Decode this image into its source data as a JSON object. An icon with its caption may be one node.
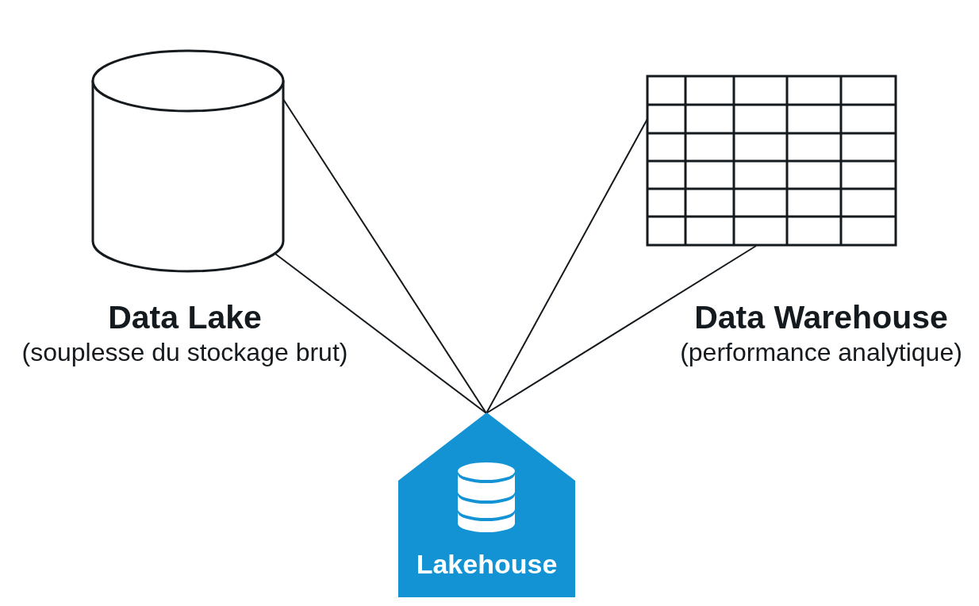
{
  "diagram": {
    "nodes": [
      {
        "text": [
          "Data Lake",
          "(souplesse du stockage brut)"
        ]
      },
      {
        "text": [
          "Data Warehouse",
          "(performance analytique)"
        ]
      },
      {
        "text": [
          "Lakehouse"
        ]
      }
    ],
    "edges": [
      {
        "from": 0,
        "to": 2,
        "arrow": "none"
      },
      {
        "from": 0,
        "to": 2,
        "arrow": "none"
      },
      {
        "from": 1,
        "to": 2,
        "arrow": "none"
      },
      {
        "from": 1,
        "to": 2,
        "arrow": "none"
      }
    ]
  }
}
